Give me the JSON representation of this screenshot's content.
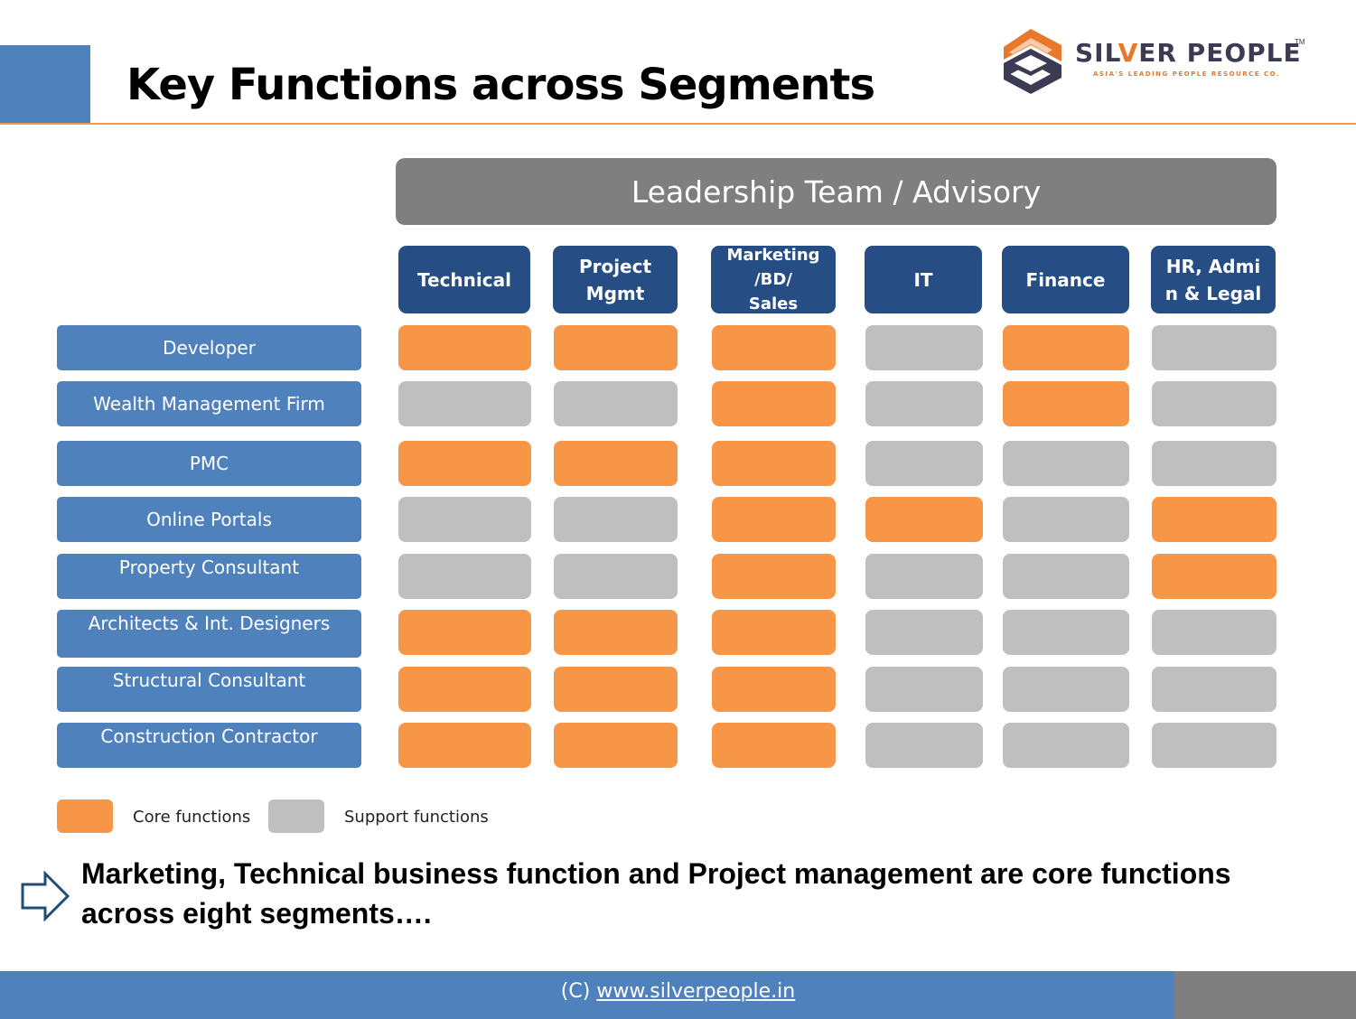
{
  "title": "Key Functions across Segments",
  "logo": {
    "name_part1": "SIL",
    "name_v": "V",
    "name_part2": "ER PEOPLE",
    "tagline": "ASIA'S LEADING PEOPLE RESOURCE CO.",
    "trademark": "TM",
    "brand_color": "#e8782a",
    "dark_color": "#3b3b53"
  },
  "leadership": "Leadership Team / Advisory",
  "columns": [
    "Technical",
    "Project\nMgmt",
    "Marketing\n/BD/\nSales",
    "IT",
    "Finance",
    "HR, Admi\nn & Legal"
  ],
  "rows": [
    {
      "label": "Developer",
      "cells": [
        "core",
        "core",
        "core",
        "support",
        "core",
        "support"
      ]
    },
    {
      "label": "Wealth Management Firm",
      "cells": [
        "support",
        "support",
        "core",
        "support",
        "core",
        "support"
      ]
    },
    {
      "label": "PMC",
      "cells": [
        "core",
        "core",
        "core",
        "support",
        "support",
        "support"
      ]
    },
    {
      "label": "Online Portals",
      "cells": [
        "support",
        "support",
        "core",
        "core",
        "support",
        "core"
      ]
    },
    {
      "label": "Property Consultant",
      "cells": [
        "support",
        "support",
        "core",
        "support",
        "support",
        "core"
      ]
    },
    {
      "label": "Architects & Int. Designers",
      "cells": [
        "core",
        "core",
        "core",
        "support",
        "support",
        "support"
      ]
    },
    {
      "label": "Structural Consultant",
      "cells": [
        "core",
        "core",
        "core",
        "support",
        "support",
        "support"
      ]
    },
    {
      "label": "Construction Contractor",
      "cells": [
        "core",
        "core",
        "core",
        "support",
        "support",
        "support"
      ]
    }
  ],
  "legend": {
    "core_label": "Core functions",
    "support_label": "Support functions"
  },
  "colors": {
    "core": "#f79646",
    "support": "#bfbfbf",
    "column_header": "#264e85",
    "row_header": "#4f81bd",
    "leadership": "#7f7f7f"
  },
  "conclusion_icon": "right-arrow-icon",
  "conclusion": "Marketing, Technical business function and Project management are core functions across eight segments….",
  "footer": {
    "prefix": "(C) ",
    "link": "www.silverpeople.in"
  }
}
